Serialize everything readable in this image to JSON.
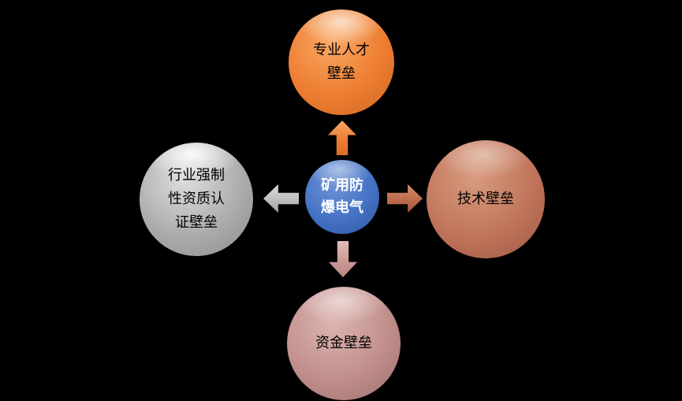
{
  "diagram": {
    "background_color": "#000000",
    "center_node": {
      "lines": [
        "矿用防",
        "爆电气"
      ],
      "full_label": "矿用防爆电气",
      "color": "#4472C4",
      "text_color": "#FFFFFF"
    },
    "nodes": {
      "top": {
        "lines": [
          "专业人才",
          "壁垒"
        ],
        "full_label": "专业人才壁垒",
        "color": "#ED7D31",
        "text_color": "#000000"
      },
      "right": {
        "lines": [
          "技术壁垒"
        ],
        "full_label": "技术壁垒",
        "color": "#C0755B",
        "text_color": "#000000"
      },
      "bottom": {
        "lines": [
          "资金壁垒"
        ],
        "full_label": "资金壁垒",
        "color": "#C18F8B",
        "text_color": "#000000"
      },
      "left": {
        "lines": [
          "行业强制",
          "性资质认",
          "证壁垒"
        ],
        "full_label": "行业强制性资质认证壁垒",
        "color": "#ACACAC",
        "text_color": "#000000"
      }
    },
    "arrows": {
      "up": {
        "direction": "up",
        "color": "#ED7D31"
      },
      "right": {
        "direction": "right",
        "color": "#BE6B4D"
      },
      "down": {
        "direction": "down",
        "color": "#CC9A95"
      },
      "left": {
        "direction": "left",
        "color": "#BDBDBD"
      }
    }
  }
}
